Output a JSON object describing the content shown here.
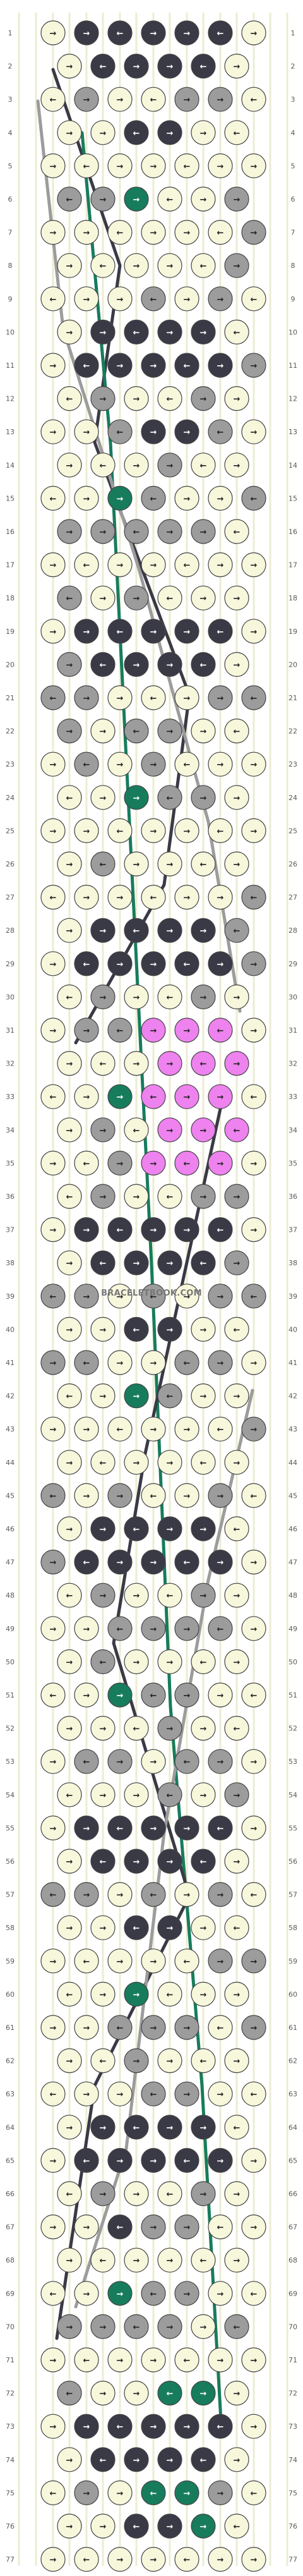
{
  "watermark": "BRACELETBOOK.COM",
  "pattern": {
    "rows": 77,
    "knots_per_row": 7,
    "strings": 16
  },
  "colors": {
    "A": "#f7f7dc",
    "B": "#3a3a46",
    "C": "#9c9c9c",
    "D": "#177c5c",
    "E": "#ee82ee",
    "background": "#ffffff",
    "row_number_text": "#5a5a5a",
    "knot_outline": "#444444"
  },
  "string_colors_start": [
    "A",
    "A",
    "B",
    "B",
    "B",
    "B",
    "B",
    "B",
    "C",
    "A",
    "A",
    "A",
    "A",
    "A",
    "A",
    "A"
  ],
  "icons": {
    "forward_knot": "right-arrow-icon",
    "backward_knot": "left-arrow-icon"
  }
}
